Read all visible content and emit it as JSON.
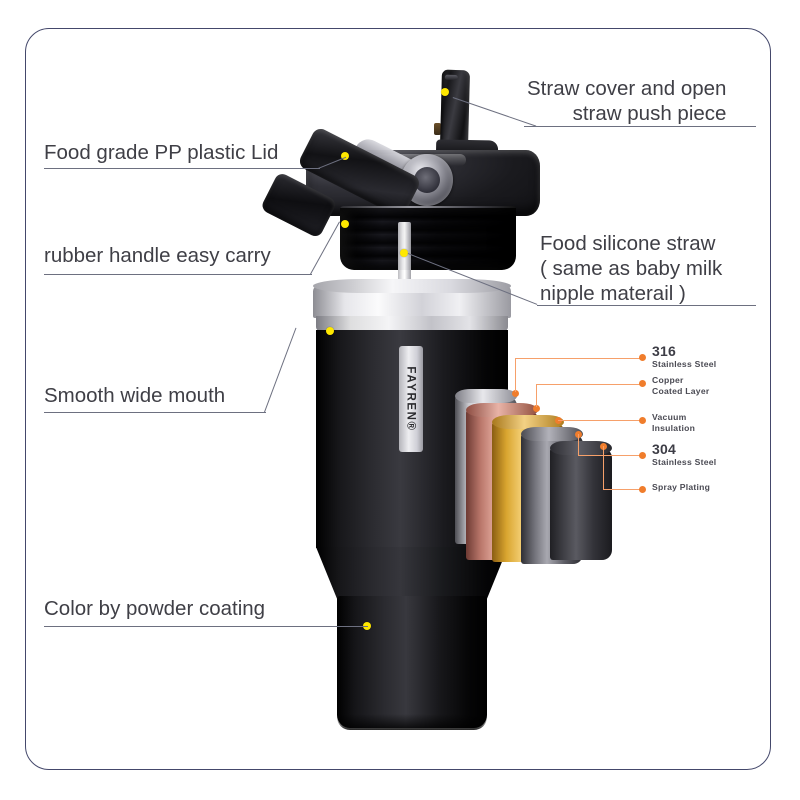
{
  "frame": {
    "border_color": "#44486b"
  },
  "product": {
    "brand_logo": "FAYREN®",
    "alt": "black stainless steel insulated tumbler with straw lid"
  },
  "callouts": [
    {
      "id": "straw-cover",
      "text_lines": [
        "Straw cover and open",
        "straw push piece"
      ],
      "side": "right"
    },
    {
      "id": "pp-lid",
      "text_lines": [
        "Food grade PP plastic Lid"
      ],
      "side": "left"
    },
    {
      "id": "rubber-handle",
      "text_lines": [
        "rubber handle easy carry"
      ],
      "side": "left"
    },
    {
      "id": "silicone-straw",
      "text_lines": [
        "Food silicone straw",
        "( same as baby milk",
        " nipple materail )"
      ],
      "side": "right"
    },
    {
      "id": "wide-mouth",
      "text_lines": [
        "Smooth wide mouth"
      ],
      "side": "left"
    },
    {
      "id": "powder-coating",
      "text_lines": [
        "Color by powder coating"
      ],
      "side": "left"
    }
  ],
  "layers": [
    {
      "id": "layer-316",
      "title": "316",
      "subtitle": "Stainless Steel",
      "title_bold": true,
      "color": "#b9b9bf"
    },
    {
      "id": "layer-copper",
      "title": "Copper",
      "subtitle": "Coated Layer",
      "title_bold": false,
      "color": "#a9675e"
    },
    {
      "id": "layer-vacuum",
      "title": "Vacuum",
      "subtitle": "Insulation",
      "title_bold": false,
      "color": "#c8922e"
    },
    {
      "id": "layer-304",
      "title": "304",
      "subtitle": "Stainless Steel",
      "title_bold": true,
      "color": "#6e6e74"
    },
    {
      "id": "layer-spray",
      "title": "Spray Plating",
      "subtitle": "",
      "title_bold": false,
      "color": "#3a3a40"
    }
  ],
  "accent": {
    "dot_color": "#f07d2c",
    "line_color": "#f6a06a",
    "marker_color": "#ffe800"
  }
}
